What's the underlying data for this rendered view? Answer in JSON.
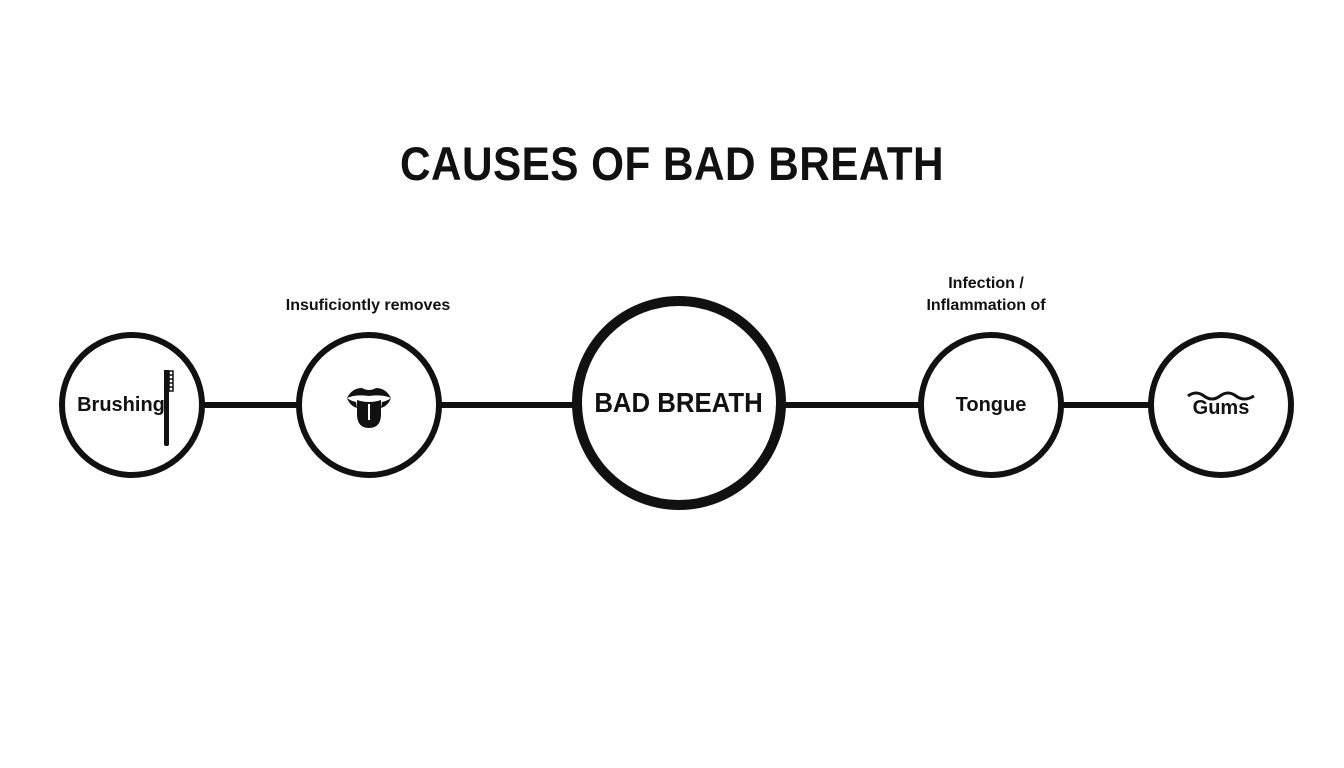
{
  "title": "CAUSES OF BAD BREATH",
  "center": {
    "label": "BAD BREATH"
  },
  "nodes": {
    "brushing": {
      "label": "Brushing",
      "icon": "toothbrush-icon"
    },
    "tongue_icon": {
      "icon": "tongue-icon"
    },
    "tongue": {
      "label": "Tongue"
    },
    "gums": {
      "label": "Gums",
      "icon": "wave-icon"
    }
  },
  "captions": {
    "left": "Insuficiontly removes",
    "right_line1": "Infection /",
    "right_line2": "Inflammation of"
  },
  "colors": {
    "stroke": "#111111",
    "background": "#ffffff"
  }
}
